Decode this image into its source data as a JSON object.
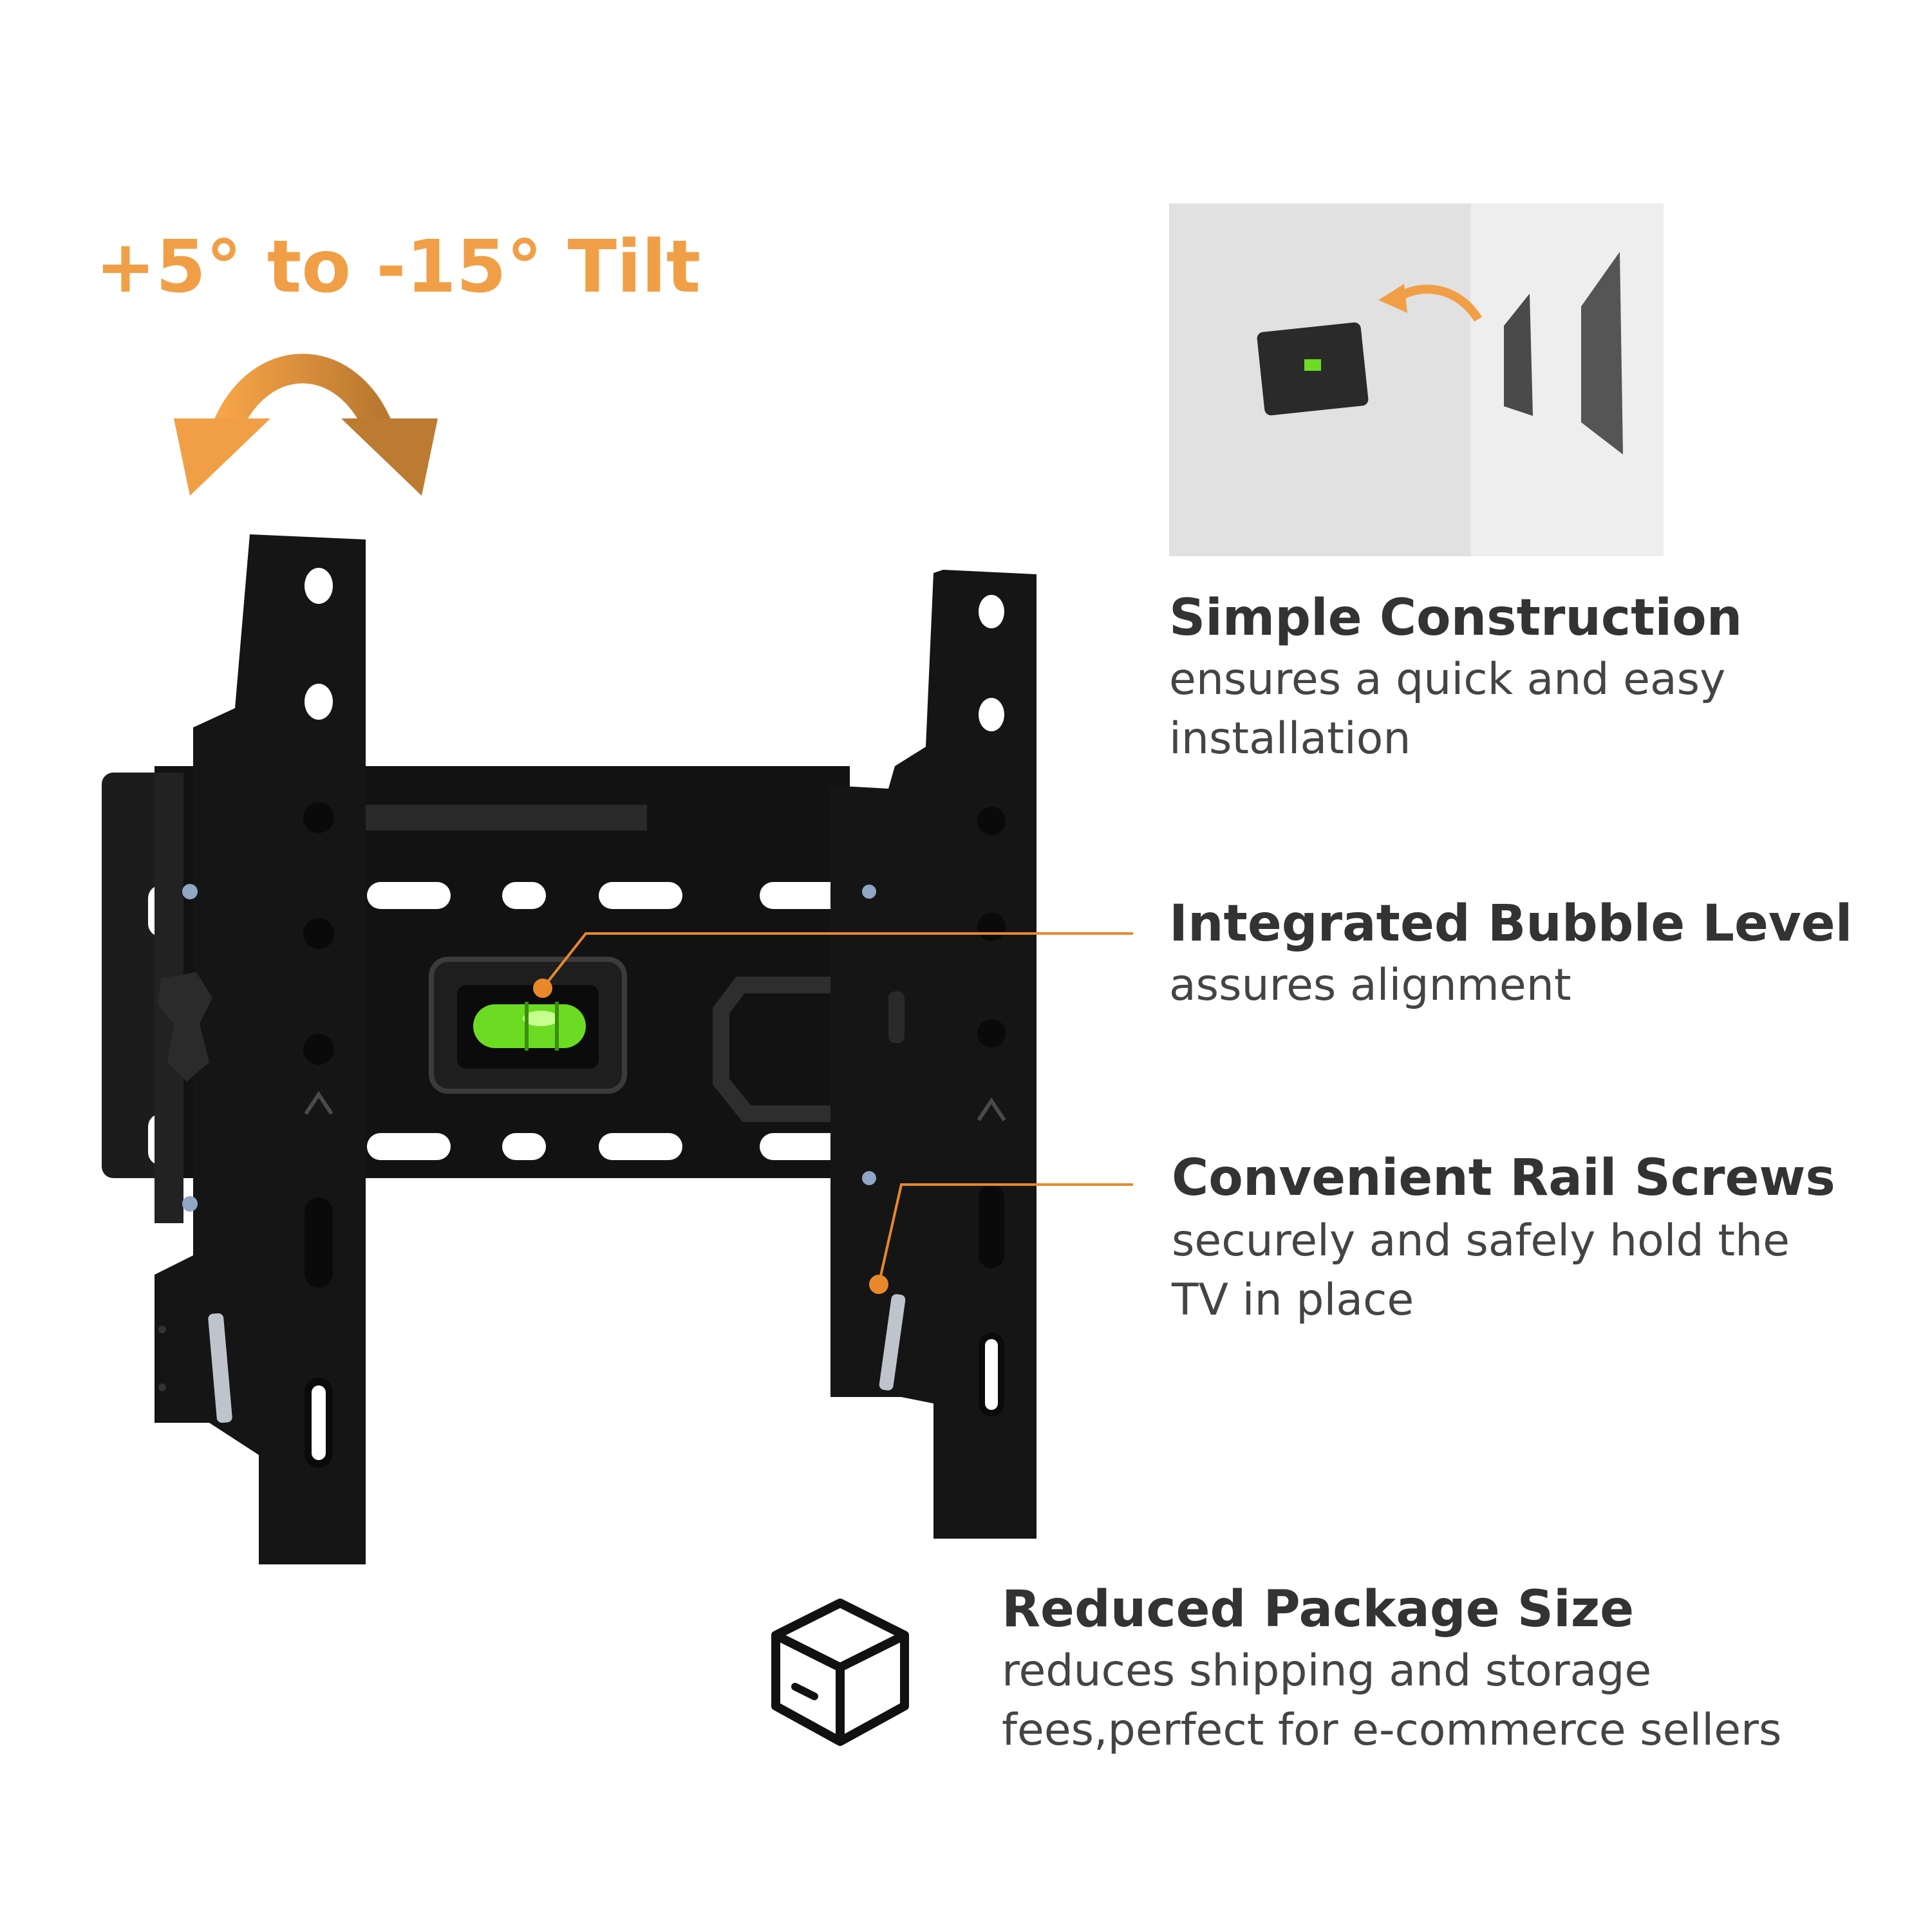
{
  "tilt": {
    "label": "+5° to -15° Tilt"
  },
  "features": [
    {
      "title": "Simple Construction",
      "desc_lines": [
        "ensures a quick and easy",
        "installation"
      ]
    },
    {
      "title": "Integrated Bubble Level",
      "desc_lines": [
        "assures alignment"
      ]
    },
    {
      "title": "Convenient Rail Screws",
      "desc_lines": [
        "securely and safely hold the",
        "TV in place"
      ]
    },
    {
      "title": "Reduced Package Size",
      "desc_lines": [
        "reduces shipping and storage",
        "fees,perfect for e-commerce sellers"
      ]
    }
  ],
  "colors": {
    "accent": "#f19f46",
    "callout_line": "#e8882b",
    "bubble": "#6cdc22",
    "text_dark": "#333333",
    "mount": "#151515"
  },
  "icons": [
    "tilt-arrow-icon",
    "box-icon",
    "curved-arrow-icon",
    "bubble-level-icon"
  ]
}
